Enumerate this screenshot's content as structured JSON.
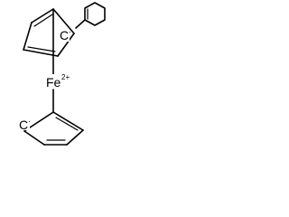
{
  "structure": {
    "metal": "Fe",
    "metal_charge": "2+",
    "upper_ring_anion": "C",
    "lower_ring_anion": "C",
    "radical_dot": "·"
  }
}
